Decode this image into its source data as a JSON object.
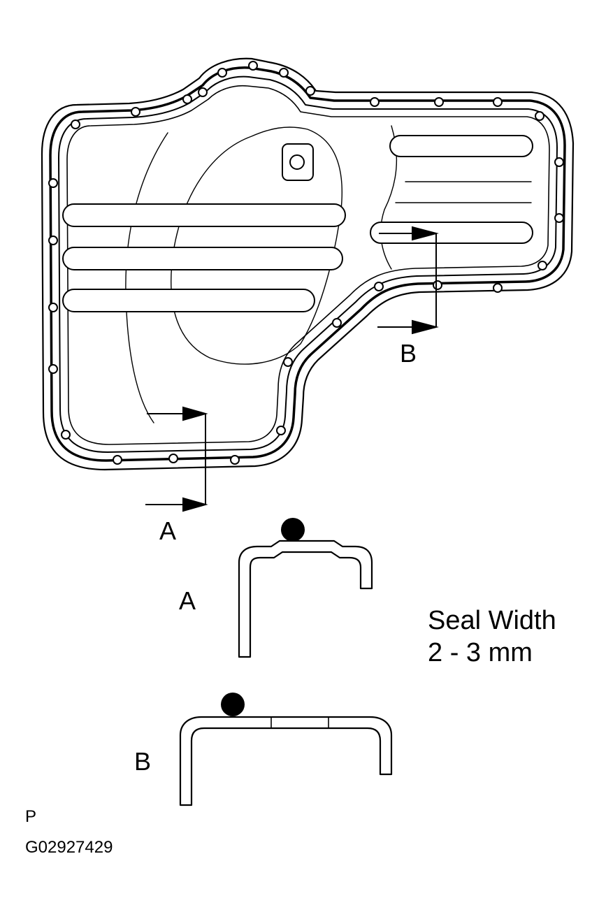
{
  "labels": {
    "section_a_pointer": "A",
    "section_b_pointer": "B",
    "section_a_profile": "A",
    "section_b_profile": "B",
    "seal_line1": "Seal Width",
    "seal_line2": "2 - 3 mm",
    "corner_mark": "P",
    "figure_id": "G02927429"
  },
  "colors": {
    "ink": "#000000",
    "background": "#ffffff"
  }
}
